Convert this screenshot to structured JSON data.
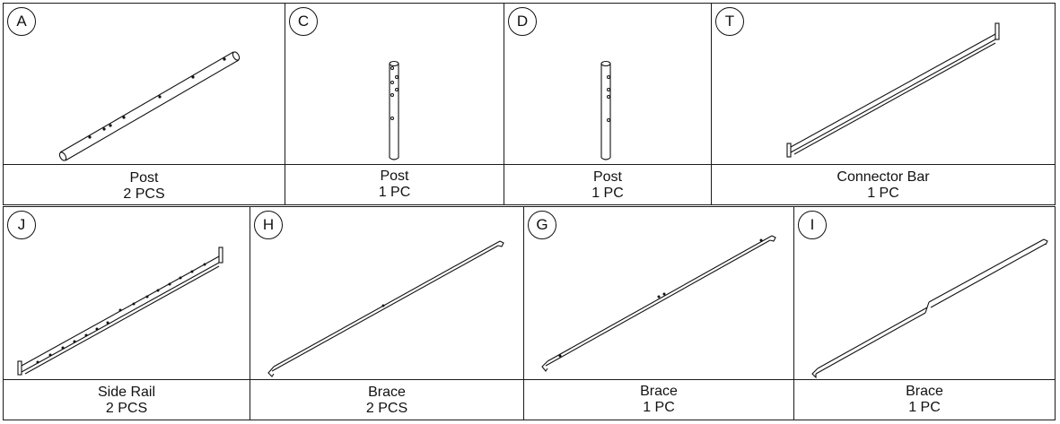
{
  "parts": [
    {
      "letter": "A",
      "name": "Post",
      "qty": "2 PCS",
      "icon": "horizontal-post-icon"
    },
    {
      "letter": "C",
      "name": "Post",
      "qty": "1 PC",
      "icon": "vertical-post-icon"
    },
    {
      "letter": "D",
      "name": "Post",
      "qty": "1 PC",
      "icon": "vertical-post-icon"
    },
    {
      "letter": "T",
      "name": "Connector Bar",
      "qty": "1 PC",
      "icon": "connector-bar-icon"
    },
    {
      "letter": "J",
      "name": "Side Rail",
      "qty": "2 PCS",
      "icon": "side-rail-icon"
    },
    {
      "letter": "H",
      "name": "Brace",
      "qty": "2 PCS",
      "icon": "brace-icon"
    },
    {
      "letter": "G",
      "name": "Brace",
      "qty": "1 PC",
      "icon": "brace-icon"
    },
    {
      "letter": "I",
      "name": "Brace",
      "qty": "1 PC",
      "icon": "split-brace-icon"
    }
  ]
}
